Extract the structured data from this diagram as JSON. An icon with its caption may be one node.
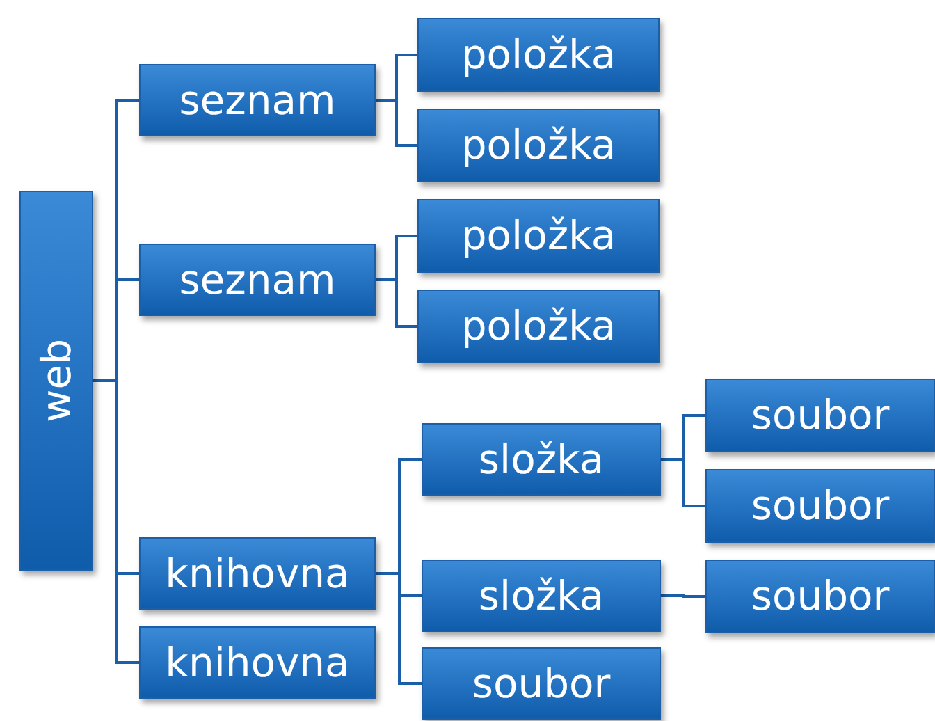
{
  "diagram": {
    "nodes": [
      {
        "text": [
          "web"
        ]
      },
      {
        "text": [
          "seznam"
        ]
      },
      {
        "text": [
          "položka"
        ]
      },
      {
        "text": [
          "položka"
        ]
      },
      {
        "text": [
          "seznam"
        ]
      },
      {
        "text": [
          "položka"
        ]
      },
      {
        "text": [
          "položka"
        ]
      },
      {
        "text": [
          "knihovna"
        ]
      },
      {
        "text": [
          "složka"
        ]
      },
      {
        "text": [
          "soubor"
        ]
      },
      {
        "text": [
          "soubor"
        ]
      },
      {
        "text": [
          "složka"
        ]
      },
      {
        "text": [
          "soubor"
        ]
      },
      {
        "text": [
          "knihovna"
        ]
      },
      {
        "text": [
          "soubor"
        ]
      }
    ],
    "edges": [
      {
        "from": 0,
        "to": 1,
        "arrow": "none"
      },
      {
        "from": 0,
        "to": 4,
        "arrow": "none"
      },
      {
        "from": 0,
        "to": 7,
        "arrow": "none"
      },
      {
        "from": 0,
        "to": 13,
        "arrow": "none"
      },
      {
        "from": 1,
        "to": 2,
        "arrow": "none"
      },
      {
        "from": 1,
        "to": 3,
        "arrow": "none"
      },
      {
        "from": 4,
        "to": 5,
        "arrow": "none"
      },
      {
        "from": 4,
        "to": 6,
        "arrow": "none"
      },
      {
        "from": 7,
        "to": 8,
        "arrow": "none"
      },
      {
        "from": 7,
        "to": 11,
        "arrow": "none"
      },
      {
        "from": 7,
        "to": 14,
        "arrow": "none"
      },
      {
        "from": 8,
        "to": 9,
        "arrow": "none"
      },
      {
        "from": 8,
        "to": 10,
        "arrow": "none"
      },
      {
        "from": 11,
        "to": 12,
        "arrow": "none"
      }
    ]
  }
}
